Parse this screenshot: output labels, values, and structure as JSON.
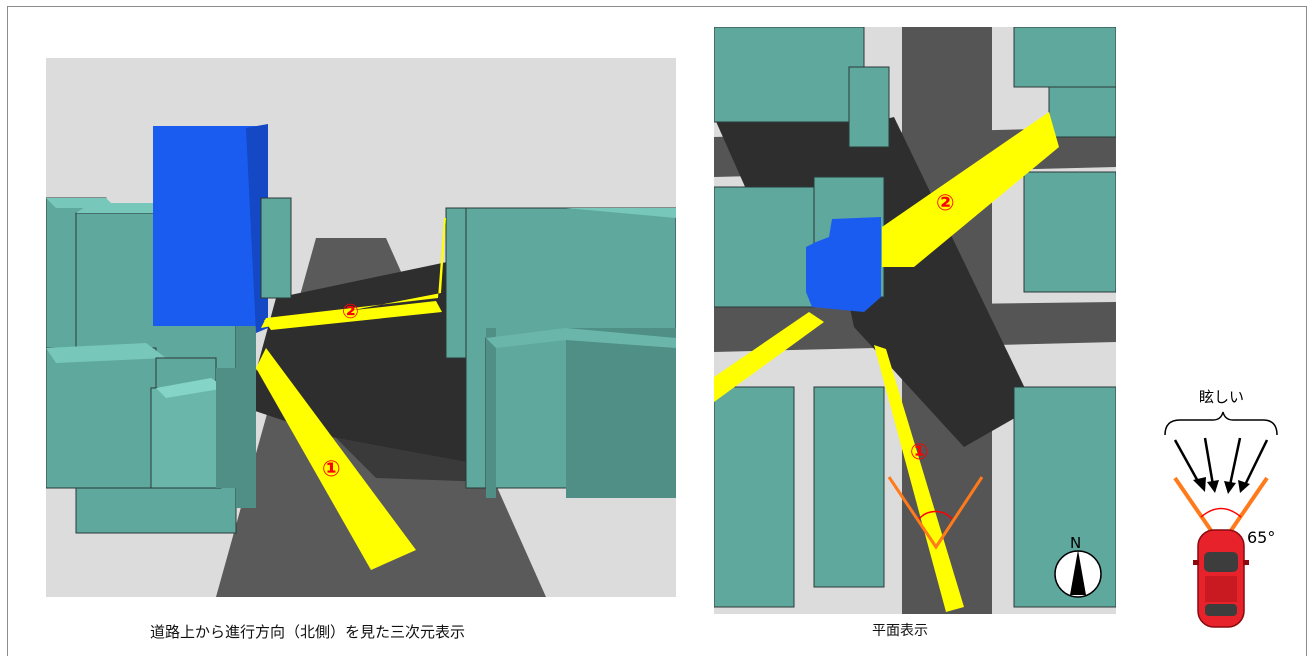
{
  "captions": {
    "view3d": "道路上から進行方向（北側）を見た三次元表示",
    "plan": "平面表示"
  },
  "markers": {
    "one": "①",
    "two": "②"
  },
  "compass": {
    "label": "N"
  },
  "legend": {
    "label": "眩しい",
    "angle": "65°"
  },
  "colors": {
    "building": "#5fa89d",
    "building_light": "#78c7bb",
    "highlight_building": "#1a5cf0",
    "sun_ray": "#ffff00",
    "shadow": "#333333",
    "road": "#555555",
    "ground": "#dcdcdc",
    "marker_text": "#ff0000",
    "view_angle": "#ff7a1a"
  }
}
